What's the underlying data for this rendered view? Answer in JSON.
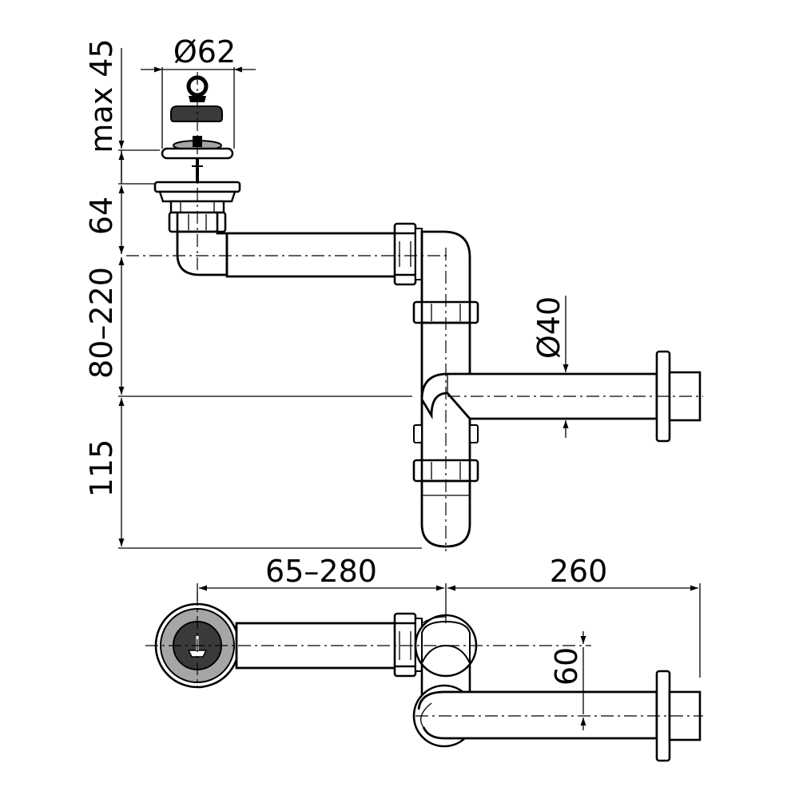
{
  "dimensions": {
    "strainer_diameter": "Ø62",
    "strainer_height": "max 45",
    "outlet_height": "64",
    "adjustable_height": "80–220",
    "trap_depth": "115",
    "outlet_diameter": "Ø40",
    "horizontal_reach": "65–280",
    "wall_reach": "260",
    "offset": "60"
  },
  "colors": {
    "line": "#000000",
    "background": "#ffffff",
    "metal_fill": "#a6a6a6",
    "plug_fill": "#3a3a3a"
  }
}
